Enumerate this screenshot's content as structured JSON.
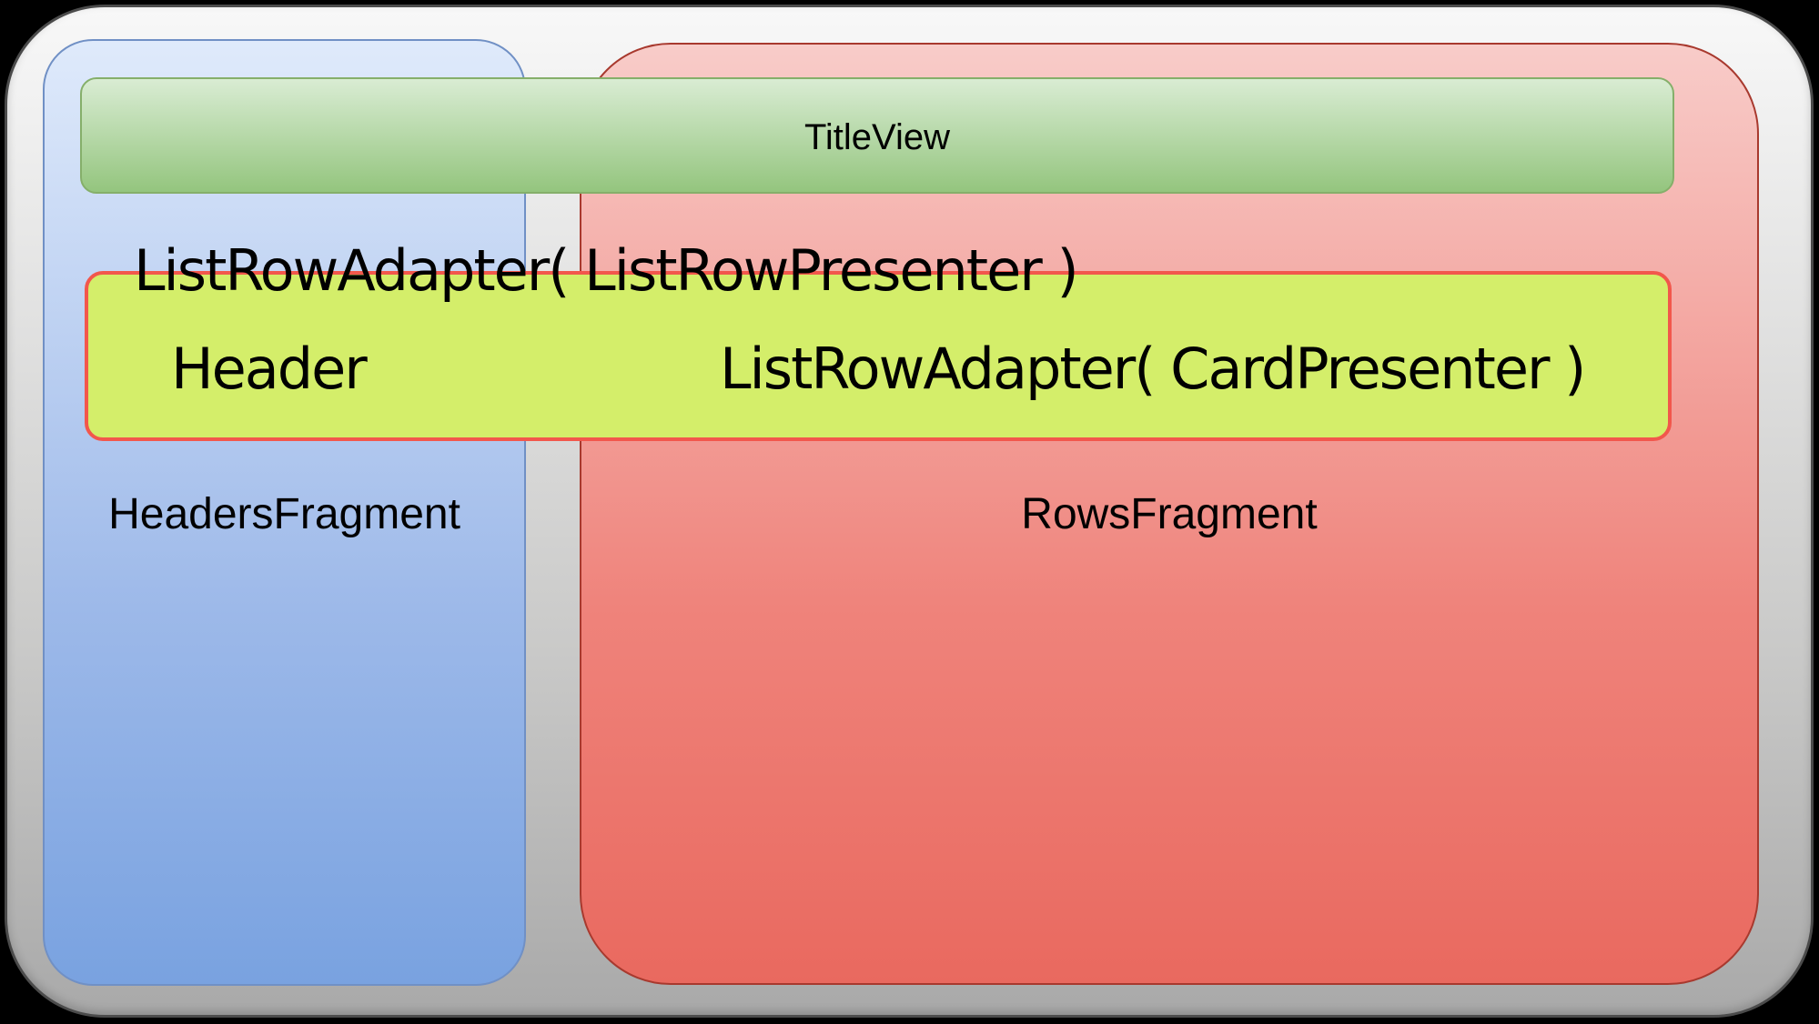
{
  "diagram": {
    "labels": {
      "title_view": "TitleView",
      "list_row_adapter_list_row_presenter": "ListRowAdapter( ListRowPresenter )",
      "header": "Header",
      "list_row_adapter_card_presenter": "ListRowAdapter( CardPresenter )",
      "headers_fragment": "HeadersFragment",
      "rows_fragment": "RowsFragment"
    },
    "colors": {
      "canvas_background": "#000000",
      "panel_border": "#4b4b4b",
      "panel_top": "#f8f8f8",
      "panel_mid": "#c9c9c8",
      "panel_bottom": "#a9a9a9",
      "headers_box_top": "#dfeafb",
      "headers_box_mid": "#9db9e9",
      "headers_box_bottom": "#79a2e0",
      "headers_box_border": "#7090c5",
      "rows_box_top": "#f8ccc9",
      "rows_box_mid": "#ef837b",
      "rows_box_bottom": "#e9695f",
      "rows_box_border": "#a8392e",
      "title_bar_top": "#d9ecd3",
      "title_bar_bottom": "#94c57e",
      "title_bar_border": "#85af6a",
      "header_row_fill": "#d4ee6a",
      "header_row_border": "#f2574c",
      "text": "#000000"
    }
  }
}
